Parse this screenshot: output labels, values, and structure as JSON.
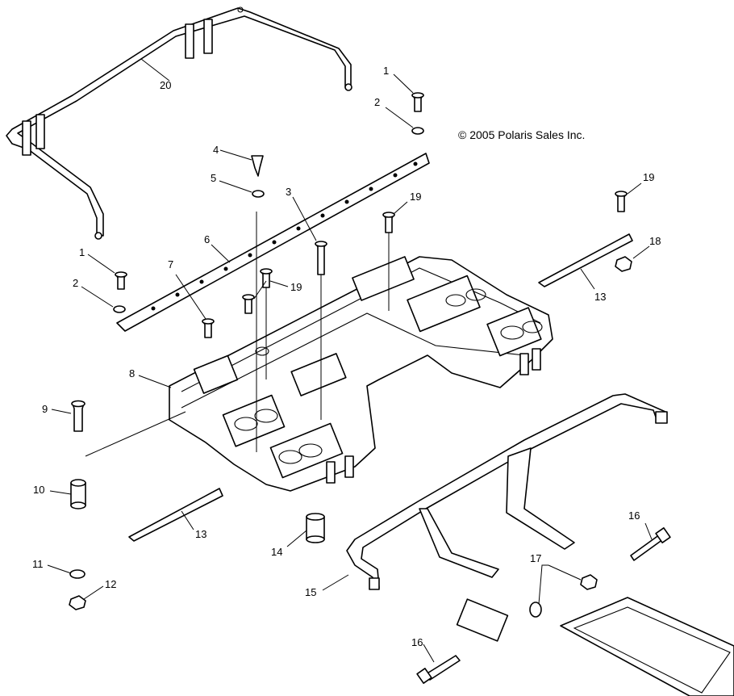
{
  "copyright": "© 2005 Polaris Sales Inc.",
  "callouts": {
    "c1a": "1",
    "c1b": "1",
    "c2a": "2",
    "c2b": "2",
    "c3": "3",
    "c4": "4",
    "c5": "5",
    "c6": "6",
    "c7": "7",
    "c8": "8",
    "c9": "9",
    "c10": "10",
    "c11": "11",
    "c12": "12",
    "c13a": "13",
    "c13b": "13",
    "c14": "14",
    "c15": "15",
    "c16a": "16",
    "c16b": "16",
    "c17": "17",
    "c18": "18",
    "c19a": "19",
    "c19b": "19",
    "c19c": "19",
    "c20": "20"
  }
}
